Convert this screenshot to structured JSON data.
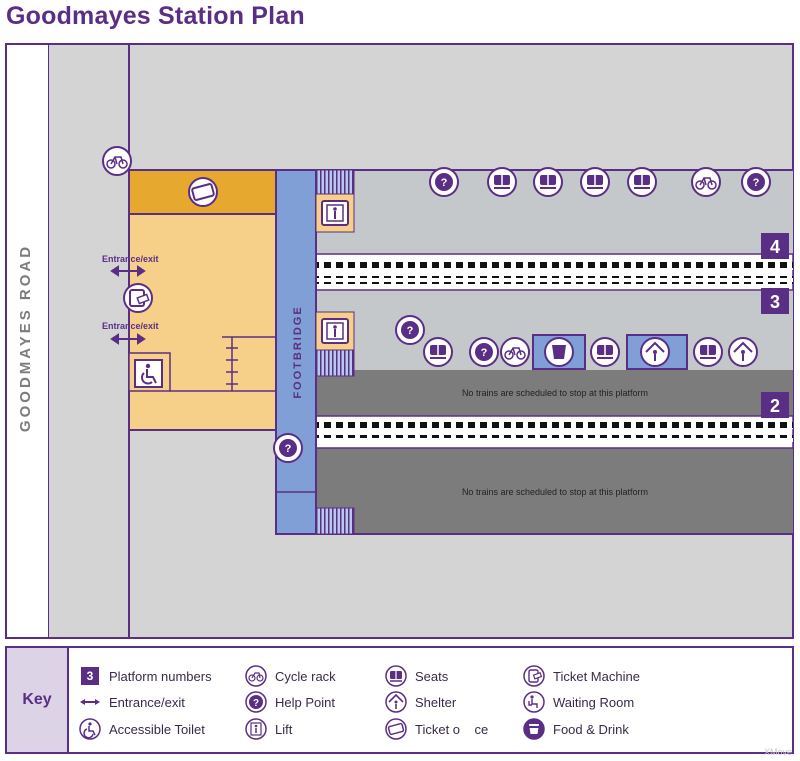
{
  "title": "Goodmayes Station Plan",
  "road_label": "GOODMAYES ROAD",
  "footbridge_label": "FOOTBRIDGE",
  "entrance_labels": [
    "Entrance/exit",
    "Entrance/exit"
  ],
  "platforms": [
    {
      "number": "4",
      "note": ""
    },
    {
      "number": "3",
      "note": ""
    },
    {
      "number": "2",
      "note": "No trains are scheduled to stop at this platform"
    },
    {
      "number": "",
      "note": "No trains are scheduled to stop at this platform"
    }
  ],
  "key": {
    "heading": "Key",
    "platform_sample": "3",
    "items": [
      {
        "id": "platform-numbers",
        "label": "Platform numbers",
        "icon": "platform-number-icon"
      },
      {
        "id": "entrance-exit",
        "label": "Entrance/exit",
        "icon": "double-arrow-icon"
      },
      {
        "id": "accessible-toilet",
        "label": "Accessible Toilet",
        "icon": "wheelchair-icon"
      },
      {
        "id": "cycle-rack",
        "label": "Cycle rack",
        "icon": "bicycle-icon"
      },
      {
        "id": "help-point",
        "label": "Help Point",
        "icon": "question-icon"
      },
      {
        "id": "lift",
        "label": "Lift",
        "icon": "lift-icon"
      },
      {
        "id": "seats",
        "label": "Seats",
        "icon": "seats-icon"
      },
      {
        "id": "shelter",
        "label": "Shelter",
        "icon": "shelter-icon"
      },
      {
        "id": "ticket-office",
        "label": "Ticket o    ce",
        "icon": "ticket-icon"
      },
      {
        "id": "ticket-machine",
        "label": "Ticket Machine",
        "icon": "ticket-machine-icon"
      },
      {
        "id": "waiting-room",
        "label": "Waiting Room",
        "icon": "waiting-room-icon"
      },
      {
        "id": "food-drink",
        "label": "Food & Drink",
        "icon": "cup-icon"
      }
    ]
  },
  "watermark": "XMove",
  "colors": {
    "purple": "#5b2e86",
    "light_purple": "#dcd3e6",
    "footbridge_blue": "#7f9fd6",
    "ticket_office_orange": "#e6a82e",
    "concourse_tan": "#f6d088",
    "platform_light": "#c5c8cb",
    "platform_dark": "#7c7c7c",
    "ground_grey": "#d4d4d4"
  }
}
